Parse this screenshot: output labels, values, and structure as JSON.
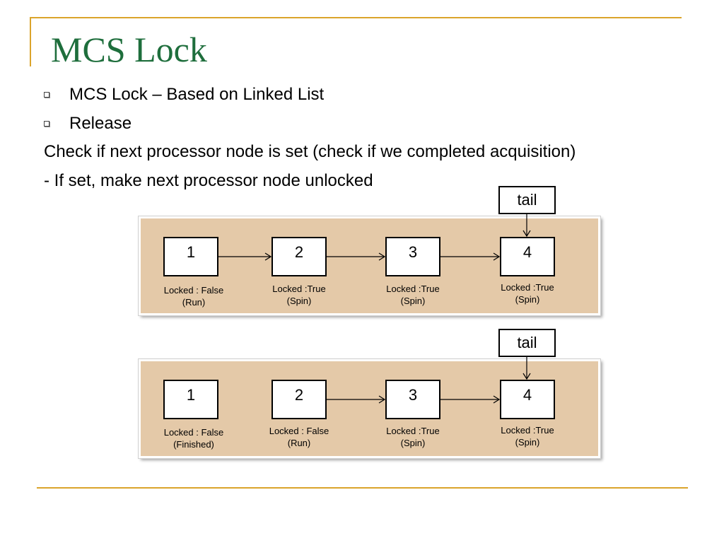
{
  "slide": {
    "title": "MCS Lock",
    "bullets": [
      "MCS Lock – Based on Linked List",
      "Release"
    ],
    "lines": [
      "Check if next processor node is set (check if we completed acquisition)",
      "- If set, make next processor node unlocked"
    ]
  },
  "colors": {
    "title": "#1e6e3c",
    "accent_rule": "#dba42c",
    "panel_fill": "#e4c9a8"
  },
  "diagrams": [
    {
      "tail_label": "tail",
      "nodes": [
        {
          "id": "1",
          "state": "Locked : False",
          "status": "(Run)"
        },
        {
          "id": "2",
          "state": "Locked :True",
          "status": "(Spin)"
        },
        {
          "id": "3",
          "state": "Locked :True",
          "status": "(Spin)"
        },
        {
          "id": "4",
          "state": "Locked :True",
          "status": "(Spin)"
        }
      ],
      "links": [
        [
          "1",
          "2"
        ],
        [
          "2",
          "3"
        ],
        [
          "3",
          "4"
        ]
      ],
      "tail_points_to": "4"
    },
    {
      "tail_label": "tail",
      "nodes": [
        {
          "id": "1",
          "state": "Locked : False",
          "status": "(Finished)"
        },
        {
          "id": "2",
          "state": "Locked  : False",
          "status": "(Run)"
        },
        {
          "id": "3",
          "state": "Locked :True",
          "status": "(Spin)"
        },
        {
          "id": "4",
          "state": "Locked :True",
          "status": "(Spin)"
        }
      ],
      "links": [
        [
          "2",
          "3"
        ],
        [
          "3",
          "4"
        ]
      ],
      "tail_points_to": "4"
    }
  ]
}
